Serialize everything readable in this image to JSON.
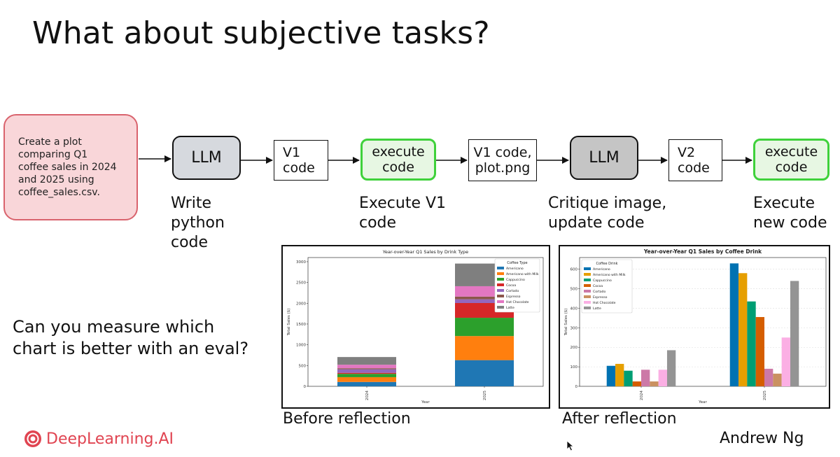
{
  "title": "What about subjective tasks?",
  "prompt": {
    "lines": [
      "Create a plot",
      "comparing Q1",
      "coffee sales in 2024",
      "and 2025 using",
      "coffee_sales.csv."
    ]
  },
  "flow": {
    "llm1_label": "LLM",
    "v1_code": [
      "V1",
      "code"
    ],
    "execute1": [
      "execute",
      "code"
    ],
    "v1_plot": [
      "V1 code,",
      "plot.png"
    ],
    "llm2_label": "LLM",
    "v2_code": [
      "V2",
      "code"
    ],
    "execute2": [
      "execute",
      "code"
    ]
  },
  "steps": {
    "write": [
      "Write",
      "python",
      "code"
    ],
    "execute_v1": [
      "Execute V1",
      "code"
    ],
    "critique": [
      "Critique image,",
      "update code"
    ],
    "execute_new": [
      "Execute",
      "new code"
    ]
  },
  "question": [
    "Can you measure which",
    "chart is better with an eval?"
  ],
  "captions": {
    "before": "Before reflection",
    "after": "After reflection"
  },
  "logo_text": "DeepLearning.AI",
  "author": "Andrew Ng",
  "icons": {
    "logo": "deeplearning-logo-icon",
    "cursor": "mouse-cursor-icon"
  },
  "colors": {
    "prompt_fill": "#f9d6d9",
    "prompt_border": "#d9636d",
    "execute_border": "#3fd13b",
    "logo": "#e04451"
  },
  "chart_data": [
    {
      "type": "bar",
      "stacked": true,
      "title": "Year-over-Year Q1 Sales by Drink Type",
      "xlabel": "Year",
      "ylabel": "Total Sales ($)",
      "categories": [
        "2024",
        "2025"
      ],
      "ylim": [
        0,
        3100
      ],
      "yticks": [
        0,
        500,
        1000,
        1500,
        2000,
        2500,
        3000
      ],
      "legend_title": "Coffee Type",
      "legend_position": "top-right",
      "grid": false,
      "series": [
        {
          "name": "Americano",
          "color": "#1f77b4",
          "values": [
            105,
            630
          ]
        },
        {
          "name": "Americano with Milk",
          "color": "#ff7f0e",
          "values": [
            115,
            580
          ]
        },
        {
          "name": "Cappuccino",
          "color": "#2ca02c",
          "values": [
            80,
            440
          ]
        },
        {
          "name": "Cocoa",
          "color": "#d62728",
          "values": [
            25,
            355
          ]
        },
        {
          "name": "Cortado",
          "color": "#9467bd",
          "values": [
            85,
            90
          ]
        },
        {
          "name": "Espresso",
          "color": "#8c564b",
          "values": [
            25,
            65
          ]
        },
        {
          "name": "Hot Chocolate",
          "color": "#e377c2",
          "values": [
            85,
            250
          ]
        },
        {
          "name": "Latte",
          "color": "#7f7f7f",
          "values": [
            185,
            545
          ]
        }
      ]
    },
    {
      "type": "bar",
      "stacked": false,
      "title": "Year-over-Year Q1 Sales by Coffee Drink",
      "xlabel": "Year",
      "ylabel": "Total Sales ($)",
      "categories": [
        "2024",
        "2025"
      ],
      "ylim": [
        0,
        660
      ],
      "yticks": [
        0,
        100,
        200,
        300,
        400,
        500,
        600
      ],
      "legend_title": "Coffee Drink",
      "legend_position": "top-left",
      "grid": true,
      "series": [
        {
          "name": "Americano",
          "color": "#0072b2",
          "values": [
            105,
            630
          ]
        },
        {
          "name": "Americano with Milk",
          "color": "#e69f00",
          "values": [
            115,
            580
          ]
        },
        {
          "name": "Cappuccino",
          "color": "#009e73",
          "values": [
            80,
            435
          ]
        },
        {
          "name": "Cocoa",
          "color": "#d55e00",
          "values": [
            25,
            355
          ]
        },
        {
          "name": "Cortado",
          "color": "#cc79a7",
          "values": [
            85,
            90
          ]
        },
        {
          "name": "Espresso",
          "color": "#ca9161",
          "values": [
            25,
            65
          ]
        },
        {
          "name": "Hot Chocolate",
          "color": "#fbafe4",
          "values": [
            85,
            250
          ]
        },
        {
          "name": "Latte",
          "color": "#949494",
          "values": [
            185,
            540
          ]
        }
      ]
    }
  ]
}
